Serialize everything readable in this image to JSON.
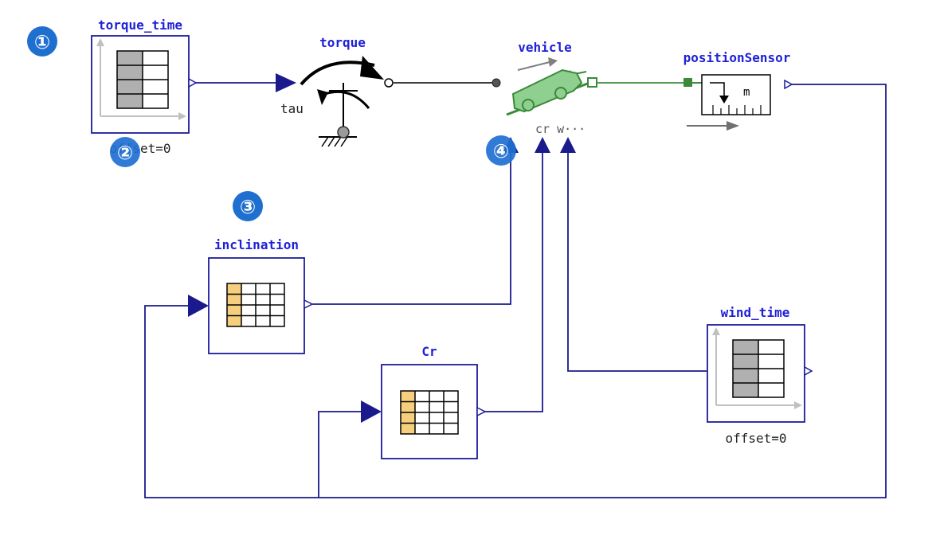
{
  "colors": {
    "wire_blue": "#1a1a8c",
    "wire_green": "#3a8a3a",
    "block_border": "#1c1c9c",
    "title_blue": "#2020d8",
    "badge_blue": "#1f6fd1",
    "table_header_orange": "#f5cf7e",
    "vehicle_green": "#8fcf8f"
  },
  "blocks": {
    "torque_time": {
      "title": "torque_time",
      "param": "offset=0",
      "icon": "table-time-icon"
    },
    "torque": {
      "title": "torque",
      "input_label": "tau",
      "icon": "torque-source-icon"
    },
    "vehicle": {
      "title": "vehicle",
      "input_labels": "cr w···",
      "icon": "vehicle-icon"
    },
    "positionSensor": {
      "title": "positionSensor",
      "unit": "m",
      "icon": "position-sensor-icon"
    },
    "inclination": {
      "title": "inclination",
      "icon": "combi-table-icon"
    },
    "Cr": {
      "title": "Cr",
      "icon": "combi-table-icon"
    },
    "wind_time": {
      "title": "wind_time",
      "param": "offset=0",
      "icon": "table-time-icon"
    }
  },
  "badges": [
    "①",
    "②",
    "③",
    "④"
  ]
}
